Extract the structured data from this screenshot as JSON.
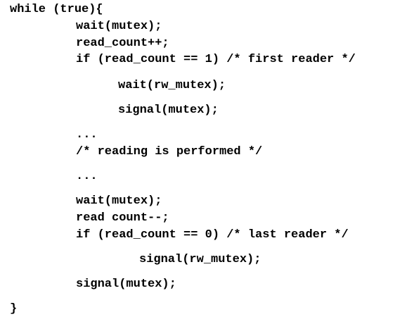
{
  "code_lines": [
    "while (true){",
    "wait(mutex);",
    "read_count++;",
    "if (read_count == 1) /* first reader */",
    "wait(rw_mutex);",
    "signal(mutex);",
    "...",
    "/* reading is performed */",
    "...",
    "wait(mutex);",
    "read count--;",
    "if (read_count == 0) /* last reader */",
    "signal(rw_mutex);",
    "signal(mutex);",
    "}"
  ]
}
